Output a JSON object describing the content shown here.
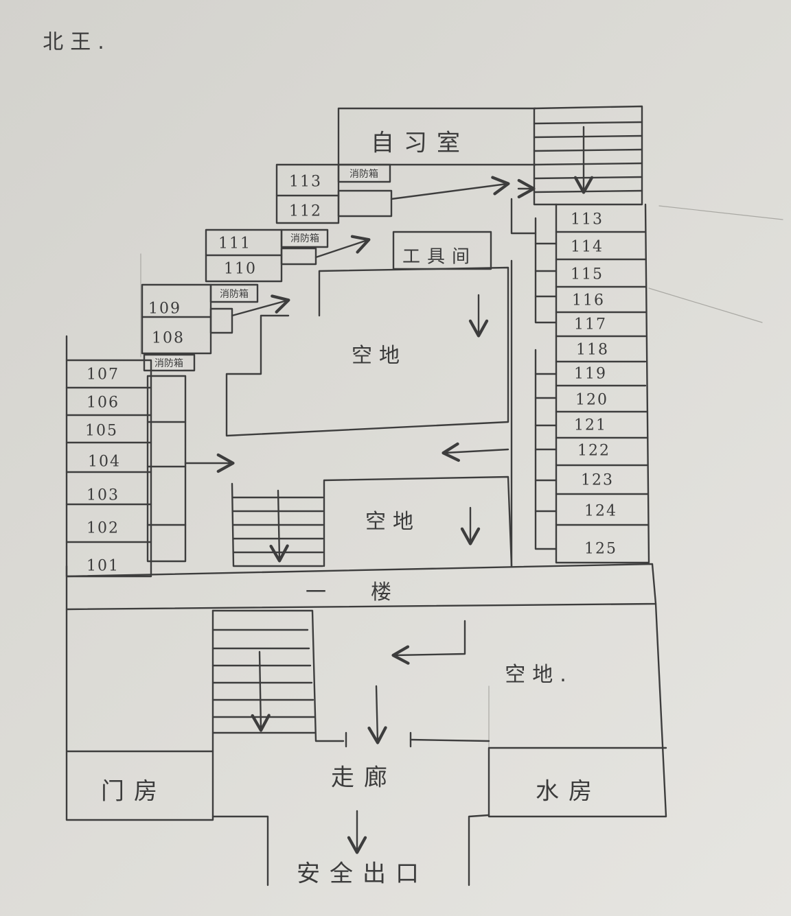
{
  "title": "北王.",
  "floor_label": [
    "一",
    "楼"
  ],
  "rooms": {
    "study_room": "自习室",
    "tool_room": "工具间",
    "open_space": "空地",
    "open_space_lower": "空地.",
    "gatehouse": "门房",
    "corridor": "走廊",
    "water_room": "水房",
    "exit": "安全出口",
    "fire_box": "消防箱"
  },
  "left_rooms": [
    "113",
    "112",
    "111",
    "110",
    "109",
    "108",
    "107",
    "106",
    "105",
    "104",
    "103",
    "102",
    "101"
  ],
  "right_rooms": [
    "113",
    "114",
    "115",
    "116",
    "117",
    "118",
    "119",
    "120",
    "121",
    "122",
    "123",
    "124",
    "125"
  ],
  "colors": {
    "paper": "#dcdbd6",
    "ink": "#3d3d3d"
  }
}
